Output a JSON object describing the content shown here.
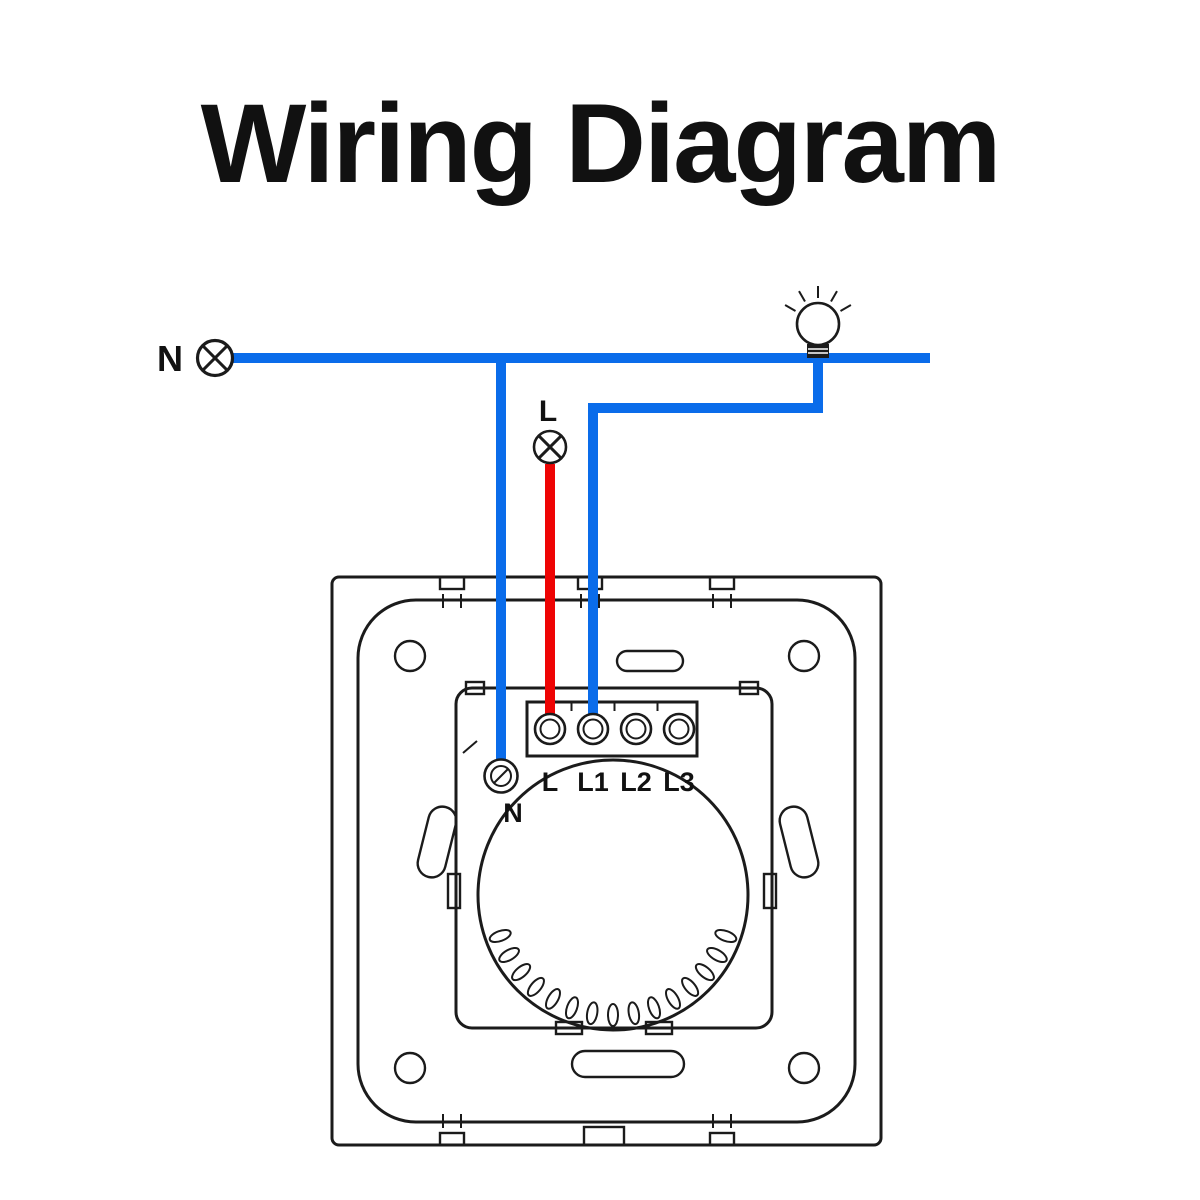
{
  "title": "Wiring Diagram",
  "supply": {
    "neutral_label": "N",
    "live_label": "L"
  },
  "switch": {
    "terminals": [
      "L",
      "L1",
      "L2",
      "L3"
    ],
    "neutral_terminal_label": "N"
  },
  "colors": {
    "neutral_wire": "#0a6cea",
    "live_wire": "#ee0404",
    "outline": "#1b1b1b"
  },
  "connections": [
    {
      "wire": "neutral",
      "color": "blue",
      "from": "N supply",
      "to": "lamp and switch N terminal"
    },
    {
      "wire": "live",
      "color": "red",
      "from": "L supply",
      "to": "switch terminal L"
    },
    {
      "wire": "switched live",
      "color": "blue",
      "from": "switch terminal L1",
      "to": "lamp"
    }
  ]
}
